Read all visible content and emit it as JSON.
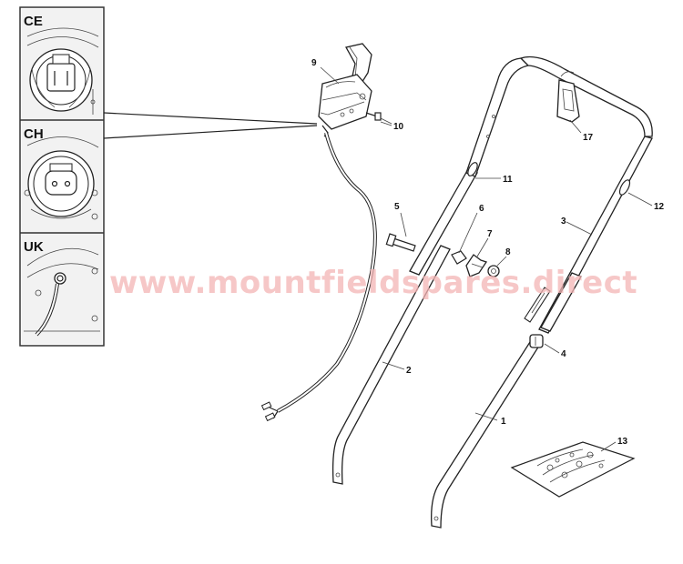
{
  "variants": [
    {
      "id": "ce",
      "label": "CE"
    },
    {
      "id": "ch",
      "label": "CH"
    },
    {
      "id": "uk",
      "label": "UK"
    }
  ],
  "parts": {
    "p1": "1",
    "p2": "2",
    "p3": "3",
    "p4": "4",
    "p5": "5",
    "p6": "6",
    "p7": "7",
    "p8": "8",
    "p9": "9",
    "p10": "10",
    "p11": "11",
    "p12": "12",
    "p13": "13",
    "p17": "17"
  },
  "watermark": "www.mountfieldspares.direct",
  "colors": {
    "line": "#222222",
    "watermark": "#f4b5b5",
    "panel_fill": "#f2f2f2"
  }
}
